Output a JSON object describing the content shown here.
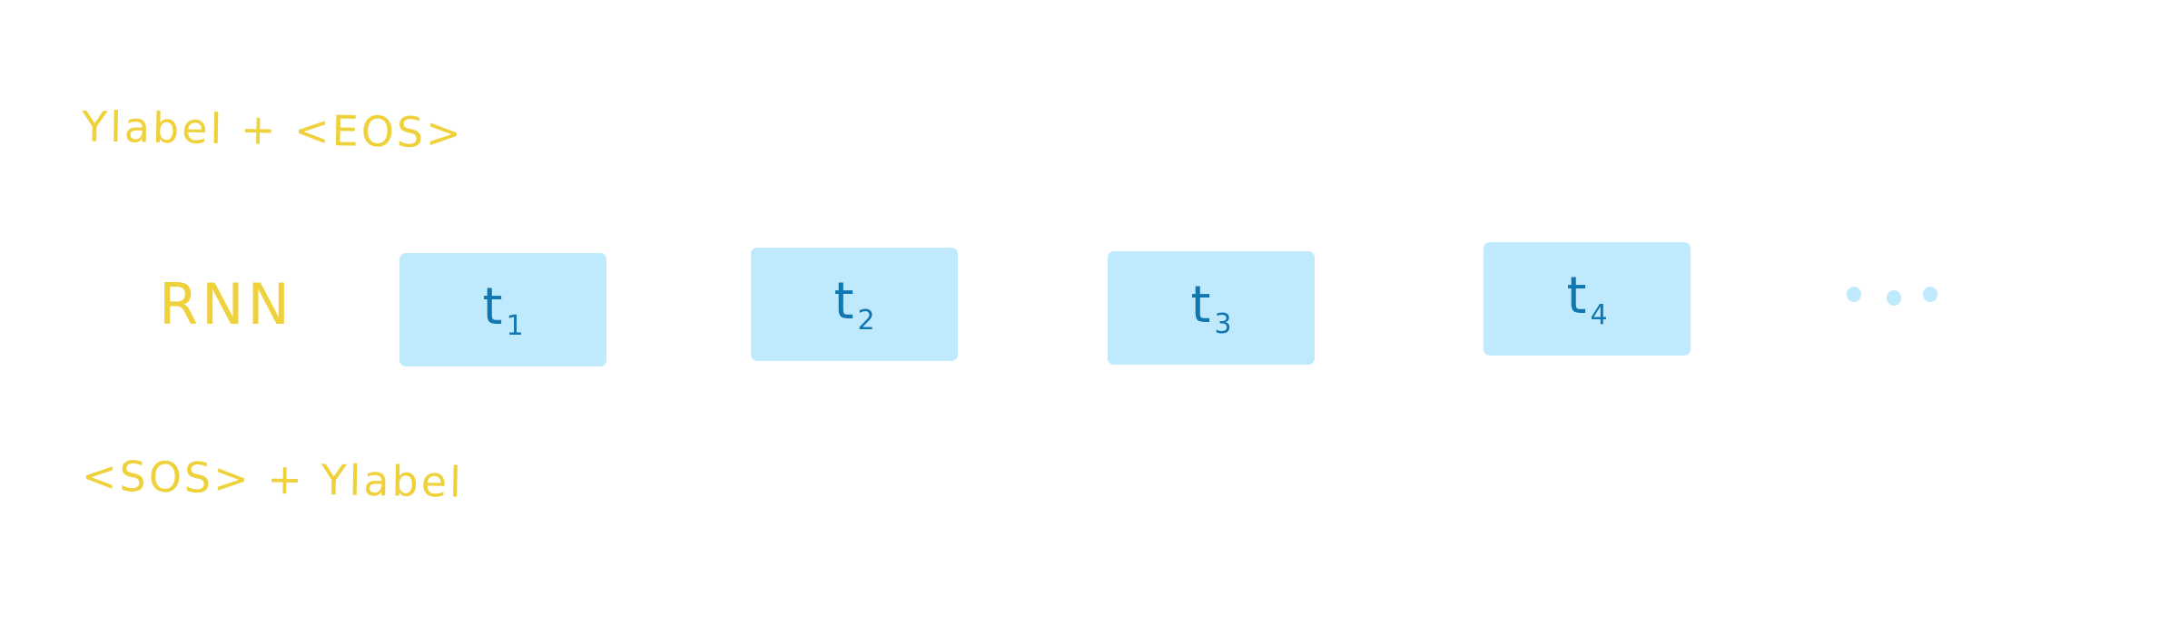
{
  "labels": {
    "top": "Ylabel + <EOS>",
    "middle": "RNN",
    "bottom": "<SOS> + Ylabel"
  },
  "steps": [
    {
      "t": "t",
      "sub": "1"
    },
    {
      "t": "t",
      "sub": "2"
    },
    {
      "t": "t",
      "sub": "3"
    },
    {
      "t": "t",
      "sub": "4"
    }
  ],
  "ellipsis": "...",
  "colors": {
    "label": "#efd13c",
    "box_fill": "#bfe9fc",
    "box_text": "#1177b0"
  }
}
